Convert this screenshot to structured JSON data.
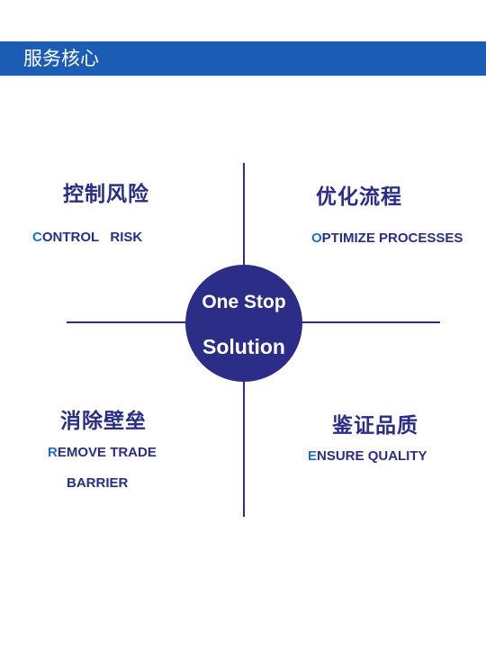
{
  "header": {
    "title": "服务核心"
  },
  "center": {
    "line1": "One Stop",
    "line2": "Solution"
  },
  "colors": {
    "header_bg": "#1b5cb5",
    "primary": "#2b2d86",
    "accent": "#1b6fc6"
  },
  "quadrants": {
    "top_left": {
      "zh": "控制风险",
      "en_first": "C",
      "en_rest": "ONTROL   RISK"
    },
    "top_right": {
      "zh": "优化流程",
      "en_first": "O",
      "en_rest": "PTIMIZE PROCESSES"
    },
    "bottom_left": {
      "zh": "消除壁垒",
      "en_first": "R",
      "en_rest": "EMOVE TRADE",
      "en_line2": "BARRIER"
    },
    "bottom_right": {
      "zh": "鉴证品质",
      "en_first": "E",
      "en_rest": "NSURE QUALITY"
    }
  }
}
